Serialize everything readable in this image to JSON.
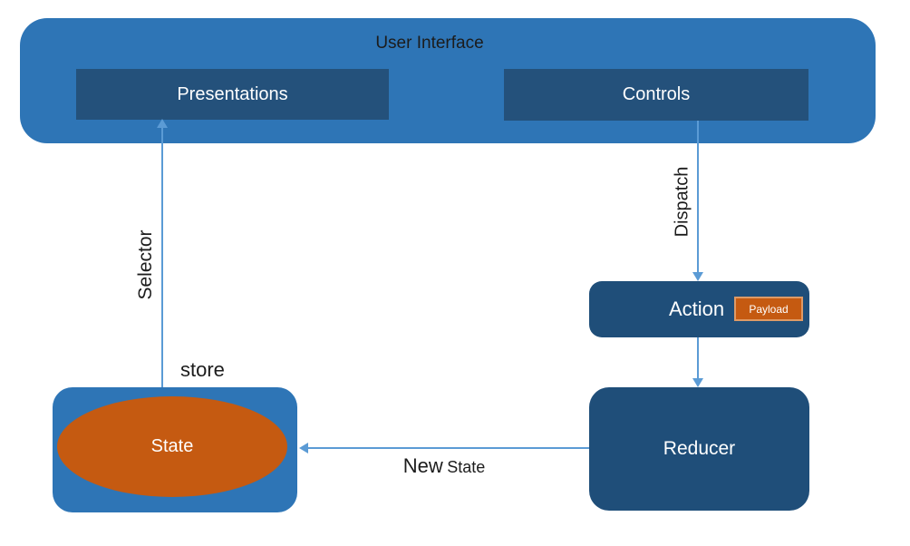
{
  "diagram": {
    "ui_container": {
      "title": "User Interface"
    },
    "nodes": {
      "presentations": {
        "label": "Presentations"
      },
      "controls": {
        "label": "Controls"
      },
      "action": {
        "label": "Action",
        "payload_badge": "Payload"
      },
      "reducer": {
        "label": "Reducer"
      },
      "store": {
        "label": "store",
        "state_label": "State"
      }
    },
    "edges": {
      "selector": {
        "label": "Selector"
      },
      "dispatch": {
        "label": "Dispatch"
      },
      "new_state": {
        "label_primary": "New",
        "label_secondary": "State"
      }
    },
    "colors": {
      "container_blue": "#2E75B6",
      "top_box_blue": "#24517B",
      "dark_box_blue": "#1F4E79",
      "orange": "#C55A11",
      "payload_border": "#DE9A66",
      "arrow_blue": "#5B9BD5",
      "label_text": "#1c1c1c"
    }
  }
}
